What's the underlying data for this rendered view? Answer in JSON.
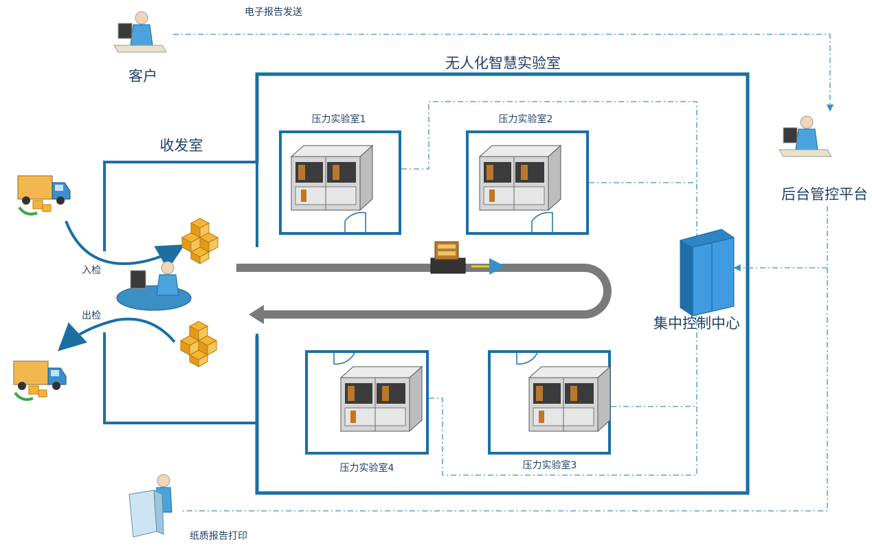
{
  "title": "无人化智慧实验室",
  "labels": {
    "customer": "客户",
    "email_report": "电子报告发送",
    "backend": "后台管控平台",
    "receiving_room": "收发室",
    "inbound_check": "入检",
    "outbound_check": "出检",
    "control_center": "集中控制中心",
    "paper_report": "纸质报告打印"
  },
  "labs": [
    {
      "label": "压力实验室1"
    },
    {
      "label": "压力实验室2"
    },
    {
      "label": "压力实验室3"
    },
    {
      "label": "压力实验室4"
    }
  ],
  "colors": {
    "frame": "#1b6fa3",
    "link": "#3a8fc4",
    "track": "#7a7a7a",
    "box": "#f0a81e",
    "text": "#1f3f66"
  }
}
